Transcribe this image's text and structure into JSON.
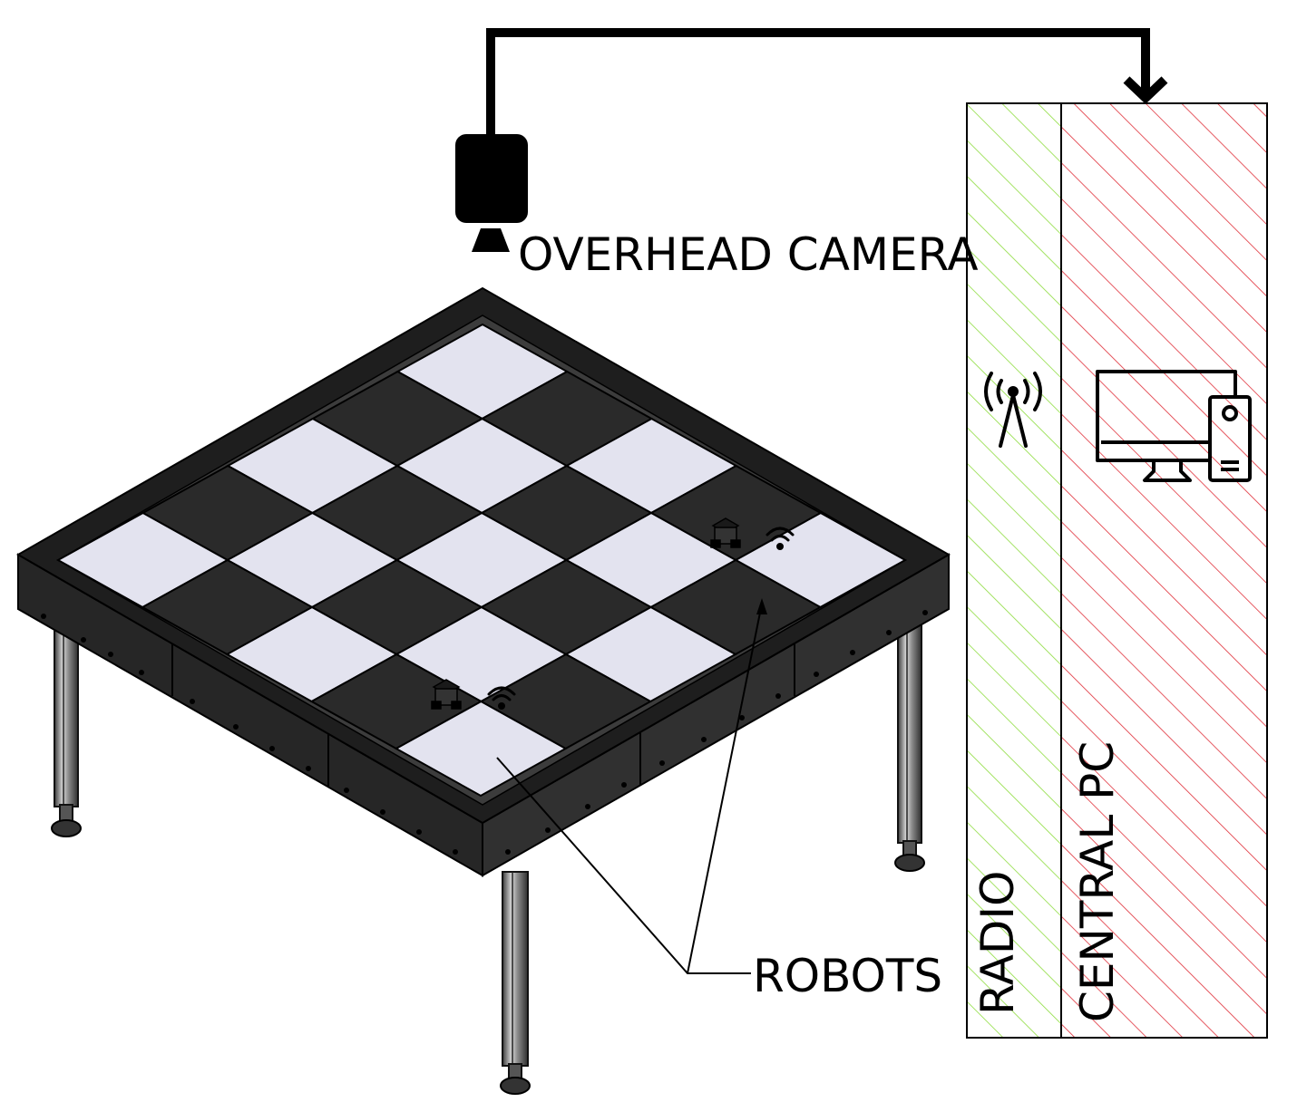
{
  "labels": {
    "camera": "OVERHEAD CAMERA",
    "robots": "ROBOTS",
    "radio": "RADIO",
    "central_pc": "CENTRAL PC"
  },
  "colors": {
    "radio_hatch": "#8edc3f",
    "pc_hatch": "#e0303a",
    "dark_tile": "#2a2a2a",
    "light_tile": "#e3e3ef",
    "frame": "#262626"
  },
  "icons": {
    "camera": "camera-icon",
    "antenna": "radio-antenna-icon",
    "computer": "desktop-computer-icon",
    "wifi": "wifi-icon",
    "robot": "robot-icon"
  }
}
